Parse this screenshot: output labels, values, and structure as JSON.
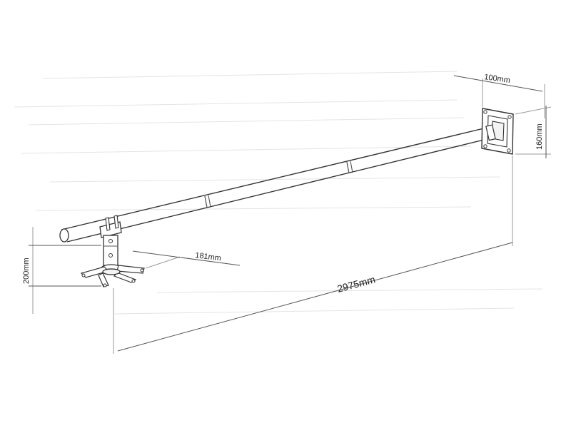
{
  "diagram": {
    "dimensions": {
      "plate_width": "100mm",
      "plate_height": "160mm",
      "drop_height": "200mm",
      "mount_depth": "181mm",
      "total_length": "2975mm"
    }
  }
}
